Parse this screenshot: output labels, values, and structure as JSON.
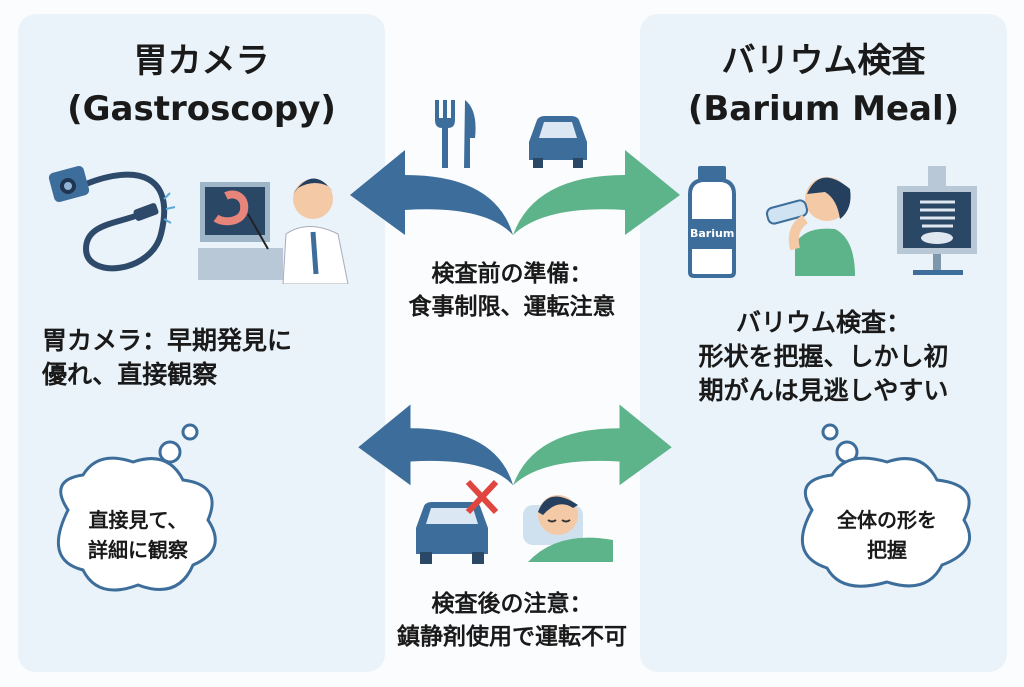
{
  "left": {
    "title": "胃カメラ",
    "subtitle": "(Gastroscopy)",
    "desc_line1": "胃カメラ：早期発見に",
    "desc_line2": "優れ、直接観察",
    "cloud_line1": "直接見て、",
    "cloud_line2": "詳細に観察"
  },
  "right": {
    "title": "バリウム検査",
    "subtitle": "(Barium Meal)",
    "bottle_label": "Barium",
    "desc_line1": "バリウム検査：",
    "desc_line2": "形状を把握、しかし初",
    "desc_line3": "期がんは見逃しやすい",
    "cloud_line1": "全体の形を",
    "cloud_line2": "把握"
  },
  "center": {
    "before_title": "検査前の準備：",
    "before_text": "食事制限、運転注意",
    "after_title": "検査後の注意：",
    "after_text": "鎮静剤使用で運転不可"
  },
  "colors": {
    "blue": "#3d6e9b",
    "green": "#5db38a",
    "panel": "#eaf3f9"
  }
}
